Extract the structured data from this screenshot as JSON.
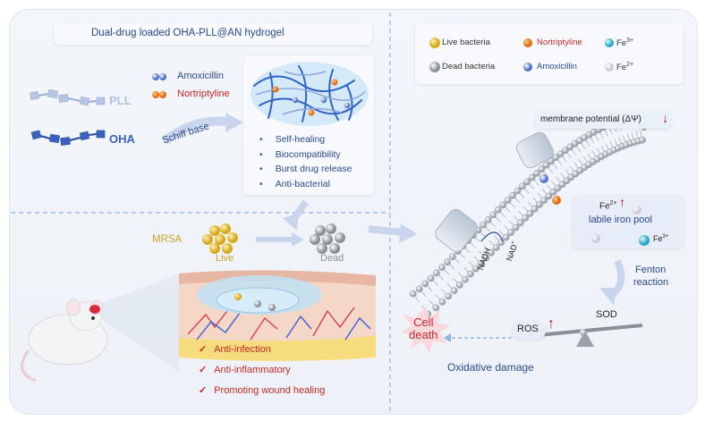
{
  "title": "Dual-drug loaded OHA-PLL@AN hydrogel",
  "polymers": {
    "pll": "PLL",
    "oha": "OHA"
  },
  "drugs": {
    "amoxicillin": "Amoxicillin",
    "nortriptyline": "Nortriptyline"
  },
  "reaction": "Schiff base",
  "features": [
    "Self-healing",
    "Biocompatibility",
    "Burst drug release",
    "Anti-bacterial"
  ],
  "mrsa": {
    "label": "MRSA",
    "live": "Live",
    "dead": "Dead"
  },
  "effects": [
    "Anti-infection",
    "Anti-inflammatory",
    "Promoting wound healing"
  ],
  "legend": {
    "live_bacteria": "Live bacteria",
    "nortriptyline": "Nortriptyline",
    "fe3": "Fe",
    "fe3_sup": "3+",
    "dead_bacteria": "Dead bacteria",
    "amoxicillin": "Amoxicillin",
    "fe2": "Fe",
    "fe2_sup": "2+"
  },
  "mechanism": {
    "membrane_potential": "membrane potential (ΔΨ)",
    "fe2": "Fe",
    "fe2_sup": "2+",
    "labile_pool": "labile iron pool",
    "fe3": "Fe",
    "fe3_sup": "3+",
    "fenton_line1": "Fenton",
    "fenton_line2": "reaction",
    "nadh": "NADH",
    "nad": "NAD",
    "nad_sup": "+",
    "sod": "SOD",
    "ros": "ROS",
    "cell_death_line1": "Cell",
    "cell_death_line2": "death",
    "oxidative": "Oxidative damage"
  },
  "colors": {
    "blue_text": "#2b4a8a",
    "red_text": "#c62828",
    "gold": "#c9a227",
    "oha_blue": "#3a62c0",
    "pll_light": "#a9b8dc",
    "fenton_blue": "#3a5fb0"
  }
}
